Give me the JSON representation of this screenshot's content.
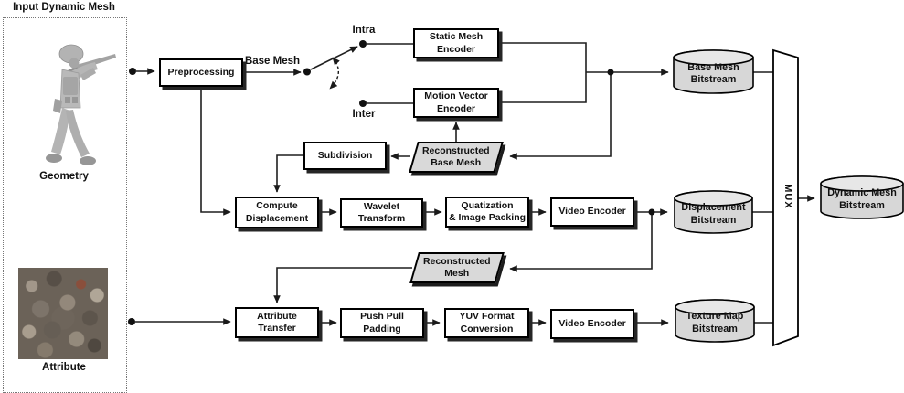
{
  "colors": {
    "line": "#1f1f1f",
    "box_fill": "#ffffff",
    "box_border": "#000000",
    "box_shadow": "#262626",
    "cylinder_fill": "#d7d7d7",
    "cylinder_top_fill": "#e7e7e7",
    "parallelogram_fill": "#d9d9d9"
  },
  "input_panel": {
    "title": "Input Dynamic Mesh",
    "geometry_label": "Geometry",
    "attribute_label": "Attribute"
  },
  "switch": {
    "intra_label": "Intra",
    "inter_label": "Inter"
  },
  "edge_labels": {
    "base_mesh": "Base Mesh"
  },
  "boxes": {
    "preprocessing": "Preprocessing",
    "static_mesh_encoder": "Static Mesh\nEncoder",
    "motion_vector_encoder": "Motion Vector\nEncoder",
    "subdivision": "Subdivision",
    "compute_displacement": "Compute\nDisplacement",
    "wavelet_transform": "Wavelet\nTransform",
    "quantization_image_packing": "Quatization\n& Image Packing",
    "video_encoder_displacement": "Video Encoder",
    "attribute_transfer": "Attribute\nTransfer",
    "push_pull_padding": "Push Pull\nPadding",
    "yuv_format_conversion": "YUV Format\nConversion",
    "video_encoder_texture": "Video Encoder"
  },
  "intermediates": {
    "reconstructed_base_mesh": "Reconstructed\nBase Mesh",
    "reconstructed_mesh": "Reconstructed\nMesh"
  },
  "bitstreams": {
    "base_mesh": "Base Mesh\nBitstream",
    "displacement": "Displacement\nBitstream",
    "texture_map": "Texture Map\nBitstream",
    "dynamic_mesh": "Dynamic Mesh\nBitstream"
  },
  "mux": {
    "label": "MUX"
  }
}
